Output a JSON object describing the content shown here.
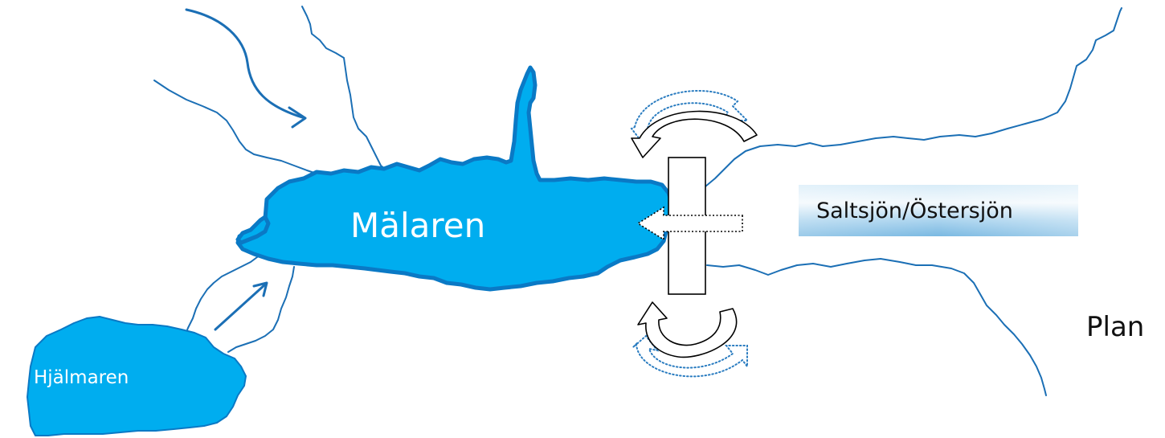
{
  "labels": {
    "malaren": "Mälaren",
    "hjalmaren": "Hjälmaren",
    "saltsjon": "Saltsjön/Östersjön",
    "plan": "Plan"
  },
  "colors": {
    "water": "#00adef",
    "water_outline": "#0a79c5",
    "river": "#1b6fb5",
    "dotted_arrow": "#2a7cc0",
    "sea_gradient_light": "#eaf4fb",
    "sea_gradient_dark": "#8fc3e6"
  },
  "icons": {
    "inflow_arrow": "curved-inflow-arrow-icon",
    "hjalmaren_arrow": "diagonal-flow-arrow-icon",
    "gate_rotation_top": "curved-rotation-arrow-icon",
    "gate_rotation_bottom": "curved-rotation-arrow-icon",
    "backflow_arrow": "dotted-left-arrow-icon"
  }
}
